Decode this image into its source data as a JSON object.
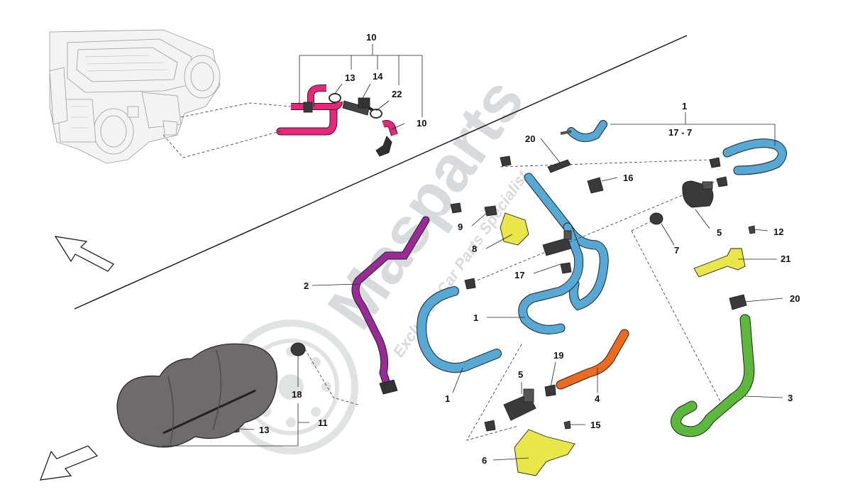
{
  "watermark": {
    "brand": "Masparts",
    "tagline": "Exclusive Car Parts Specialist"
  },
  "callouts": [
    {
      "id": "c1a",
      "text": "1"
    },
    {
      "id": "c17_7",
      "text": "17 - 7"
    },
    {
      "id": "c1b",
      "text": "1"
    },
    {
      "id": "c1c",
      "text": "1"
    },
    {
      "id": "c2",
      "text": "2"
    },
    {
      "id": "c3",
      "text": "3"
    },
    {
      "id": "c4",
      "text": "4"
    },
    {
      "id": "c5a",
      "text": "5"
    },
    {
      "id": "c5b",
      "text": "5"
    },
    {
      "id": "c6",
      "text": "6"
    },
    {
      "id": "c7",
      "text": "7"
    },
    {
      "id": "c8",
      "text": "8"
    },
    {
      "id": "c9",
      "text": "9"
    },
    {
      "id": "c10a",
      "text": "10"
    },
    {
      "id": "c10b",
      "text": "10"
    },
    {
      "id": "c11",
      "text": "11"
    },
    {
      "id": "c12",
      "text": "12"
    },
    {
      "id": "c13a",
      "text": "13"
    },
    {
      "id": "c13b",
      "text": "13"
    },
    {
      "id": "c14",
      "text": "14"
    },
    {
      "id": "c15",
      "text": "15"
    },
    {
      "id": "c16",
      "text": "16"
    },
    {
      "id": "c17",
      "text": "17"
    },
    {
      "id": "c18",
      "text": "18"
    },
    {
      "id": "c19",
      "text": "19"
    },
    {
      "id": "c20a",
      "text": "20"
    },
    {
      "id": "c20b",
      "text": "20"
    },
    {
      "id": "c21",
      "text": "21"
    },
    {
      "id": "c22",
      "text": "22"
    }
  ],
  "colors": {
    "hose_magenta": "#e8267a",
    "hose_blue": "#55a9d4",
    "hose_purple": "#9a2a98",
    "hose_green": "#5cb83a",
    "hose_orange": "#ee6a1e",
    "bracket_yellow": "#e9e64a",
    "canister_grey": "#6f6b6b",
    "clip_dark": "#3a3a3a"
  }
}
